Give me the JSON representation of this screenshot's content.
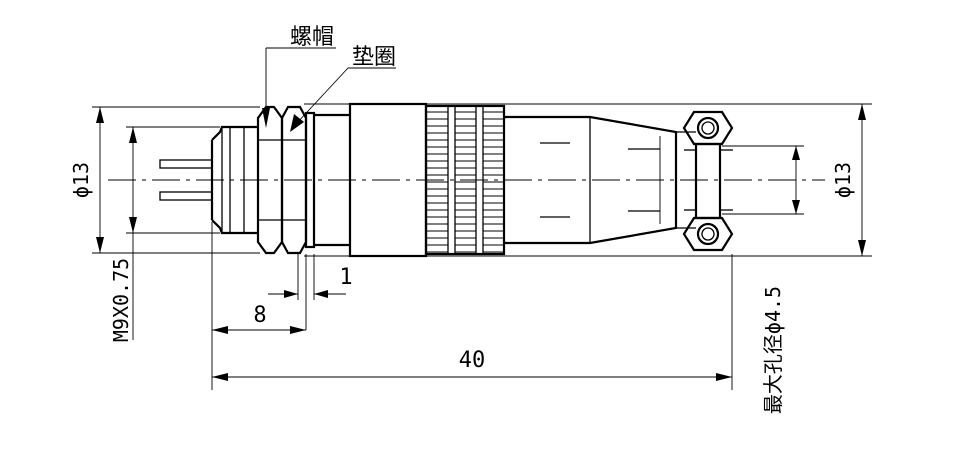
{
  "labels": {
    "nut": "螺帽",
    "washer": "垫圈",
    "left_diameter": "ϕ13",
    "right_diameter": "ϕ13",
    "thread": "M9X0.75",
    "panel_dim": "8",
    "washer_dim": "1",
    "length_dim": "40",
    "max_hole": "最大孔径ϕ4.5"
  }
}
